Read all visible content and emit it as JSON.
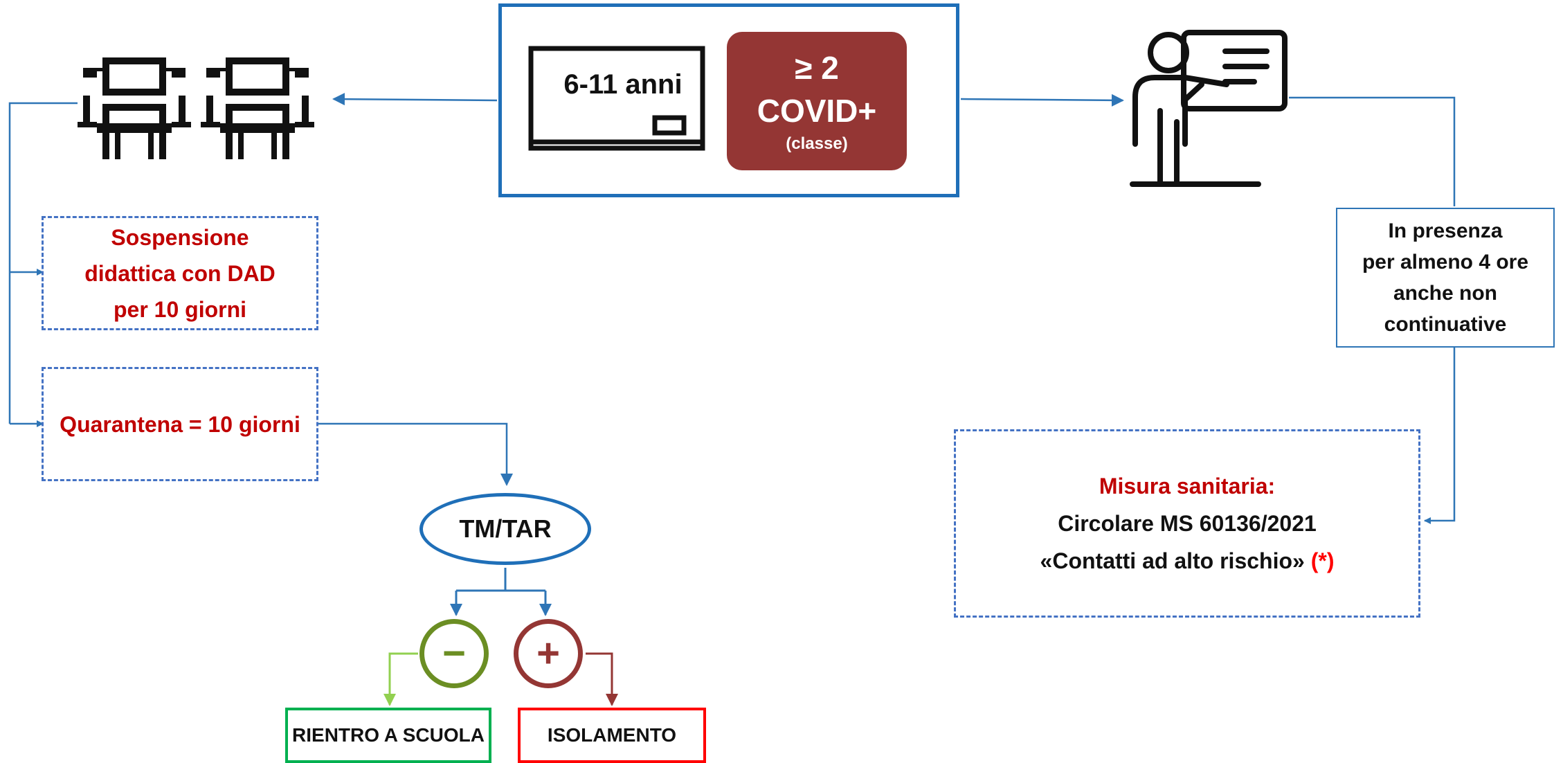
{
  "case_box": {
    "age_label": "6-11 anni",
    "covid_count": "≥ 2",
    "covid_label": "COVID+",
    "covid_scope": "(classe)"
  },
  "left_branch": {
    "suspension_lines": [
      "Sospensione",
      "didattica con DAD",
      "per 10 giorni"
    ],
    "quarantine": "Quarantena = 10 giorni"
  },
  "test": {
    "label": "TM/TAR",
    "negative_symbol": "−",
    "positive_symbol": "+",
    "negative_outcome": "RIENTRO A SCUOLA",
    "positive_outcome": "ISOLAMENTO"
  },
  "right_branch": {
    "presence_lines": [
      "In presenza",
      "per almeno 4 ore",
      "anche non",
      "continuative"
    ],
    "measure_title": "Misura sanitaria:",
    "measure_line1": "Circolare MS 60136/2021",
    "measure_line2": "«Contatti ad alto rischio»",
    "measure_note": "(*)"
  },
  "icons": [
    "blackboard-icon",
    "school-desk-icon",
    "school-desk-icon",
    "teacher-icon",
    "minus-icon",
    "plus-icon"
  ],
  "colors": {
    "connector": "#2e75b6",
    "covid_fill": "#943634",
    "alert_text": "#c00000",
    "negative": "#6b8e23",
    "negative_arrow": "#92d050",
    "positive": "#943634",
    "outcome_green": "#00b050",
    "outcome_red": "#ff0000"
  }
}
